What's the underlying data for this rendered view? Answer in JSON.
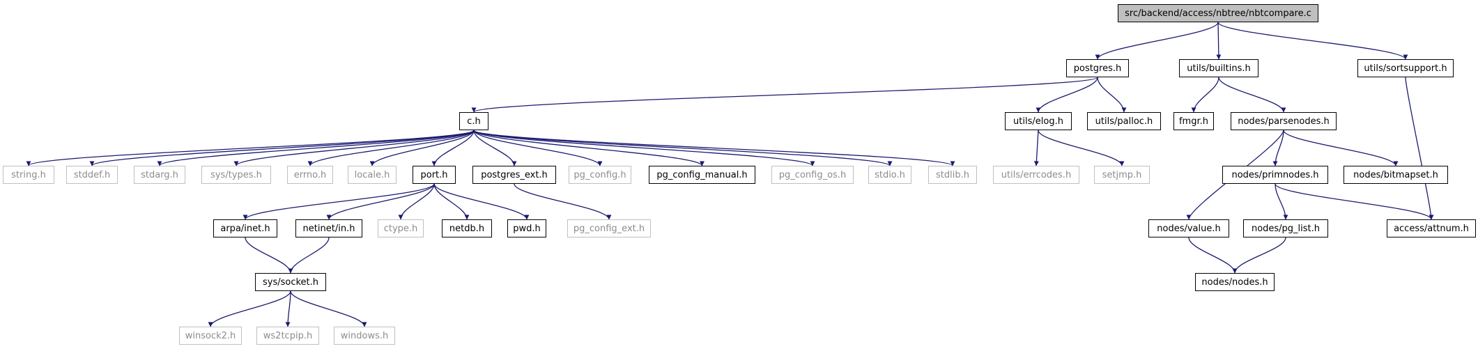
{
  "colors": {
    "edge": "#191970",
    "node_border": "#000000",
    "external_border": "#bfbfbf",
    "external_text": "#8c8c8c",
    "root_fill": "#bfbfbf"
  },
  "nodes": {
    "root": "src/backend/access/nbtree/nbtcompare.c",
    "postgres_h": "postgres.h",
    "utils_builtins_h": "utils/builtins.h",
    "utils_sortsupport_h": "utils/sortsupport.h",
    "c_h": "c.h",
    "utils_elog_h": "utils/elog.h",
    "utils_palloc_h": "utils/palloc.h",
    "fmgr_h": "fmgr.h",
    "nodes_parsenodes_h": "nodes/parsenodes.h",
    "string_h": "string.h",
    "stddef_h": "stddef.h",
    "stdarg_h": "stdarg.h",
    "sys_types_h": "sys/types.h",
    "errno_h": "errno.h",
    "locale_h": "locale.h",
    "port_h": "port.h",
    "postgres_ext_h": "postgres_ext.h",
    "pg_config_h": "pg_config.h",
    "pg_config_manual_h": "pg_config_manual.h",
    "pg_config_os_h": "pg_config_os.h",
    "stdio_h": "stdio.h",
    "stdlib_h": "stdlib.h",
    "utils_errcodes_h": "utils/errcodes.h",
    "setjmp_h": "setjmp.h",
    "nodes_primnodes_h": "nodes/primnodes.h",
    "nodes_bitmapset_h": "nodes/bitmapset.h",
    "arpa_inet_h": "arpa/inet.h",
    "netinet_in_h": "netinet/in.h",
    "ctype_h": "ctype.h",
    "netdb_h": "netdb.h",
    "pwd_h": "pwd.h",
    "pg_config_ext_h": "pg_config_ext.h",
    "nodes_value_h": "nodes/value.h",
    "nodes_pg_list_h": "nodes/pg_list.h",
    "access_attnum_h": "access/attnum.h",
    "sys_socket_h": "sys/socket.h",
    "nodes_nodes_h": "nodes/nodes.h",
    "winsock2_h": "winsock2.h",
    "ws2tcpip_h": "ws2tcpip.h",
    "windows_h": "windows.h"
  },
  "edges": [
    [
      "root",
      "postgres_h"
    ],
    [
      "root",
      "utils_builtins_h"
    ],
    [
      "root",
      "utils_sortsupport_h"
    ],
    [
      "postgres_h",
      "c_h"
    ],
    [
      "postgres_h",
      "utils_elog_h"
    ],
    [
      "postgres_h",
      "utils_palloc_h"
    ],
    [
      "utils_builtins_h",
      "fmgr_h"
    ],
    [
      "utils_builtins_h",
      "nodes_parsenodes_h"
    ],
    [
      "utils_sortsupport_h",
      "access_attnum_h"
    ],
    [
      "c_h",
      "string_h"
    ],
    [
      "c_h",
      "stddef_h"
    ],
    [
      "c_h",
      "stdarg_h"
    ],
    [
      "c_h",
      "sys_types_h"
    ],
    [
      "c_h",
      "errno_h"
    ],
    [
      "c_h",
      "locale_h"
    ],
    [
      "c_h",
      "port_h"
    ],
    [
      "c_h",
      "postgres_ext_h"
    ],
    [
      "c_h",
      "pg_config_h"
    ],
    [
      "c_h",
      "pg_config_manual_h"
    ],
    [
      "c_h",
      "pg_config_os_h"
    ],
    [
      "c_h",
      "stdio_h"
    ],
    [
      "c_h",
      "stdlib_h"
    ],
    [
      "utils_elog_h",
      "utils_errcodes_h"
    ],
    [
      "utils_elog_h",
      "setjmp_h"
    ],
    [
      "nodes_parsenodes_h",
      "nodes_value_h"
    ],
    [
      "nodes_parsenodes_h",
      "nodes_primnodes_h"
    ],
    [
      "nodes_parsenodes_h",
      "nodes_bitmapset_h"
    ],
    [
      "port_h",
      "arpa_inet_h"
    ],
    [
      "port_h",
      "netinet_in_h"
    ],
    [
      "port_h",
      "ctype_h"
    ],
    [
      "port_h",
      "netdb_h"
    ],
    [
      "port_h",
      "pwd_h"
    ],
    [
      "postgres_ext_h",
      "pg_config_ext_h"
    ],
    [
      "nodes_primnodes_h",
      "nodes_pg_list_h"
    ],
    [
      "nodes_primnodes_h",
      "access_attnum_h"
    ],
    [
      "arpa_inet_h",
      "sys_socket_h"
    ],
    [
      "netinet_in_h",
      "sys_socket_h"
    ],
    [
      "nodes_value_h",
      "nodes_nodes_h"
    ],
    [
      "nodes_pg_list_h",
      "nodes_nodes_h"
    ],
    [
      "sys_socket_h",
      "winsock2_h"
    ],
    [
      "sys_socket_h",
      "ws2tcpip_h"
    ],
    [
      "sys_socket_h",
      "windows_h"
    ]
  ]
}
